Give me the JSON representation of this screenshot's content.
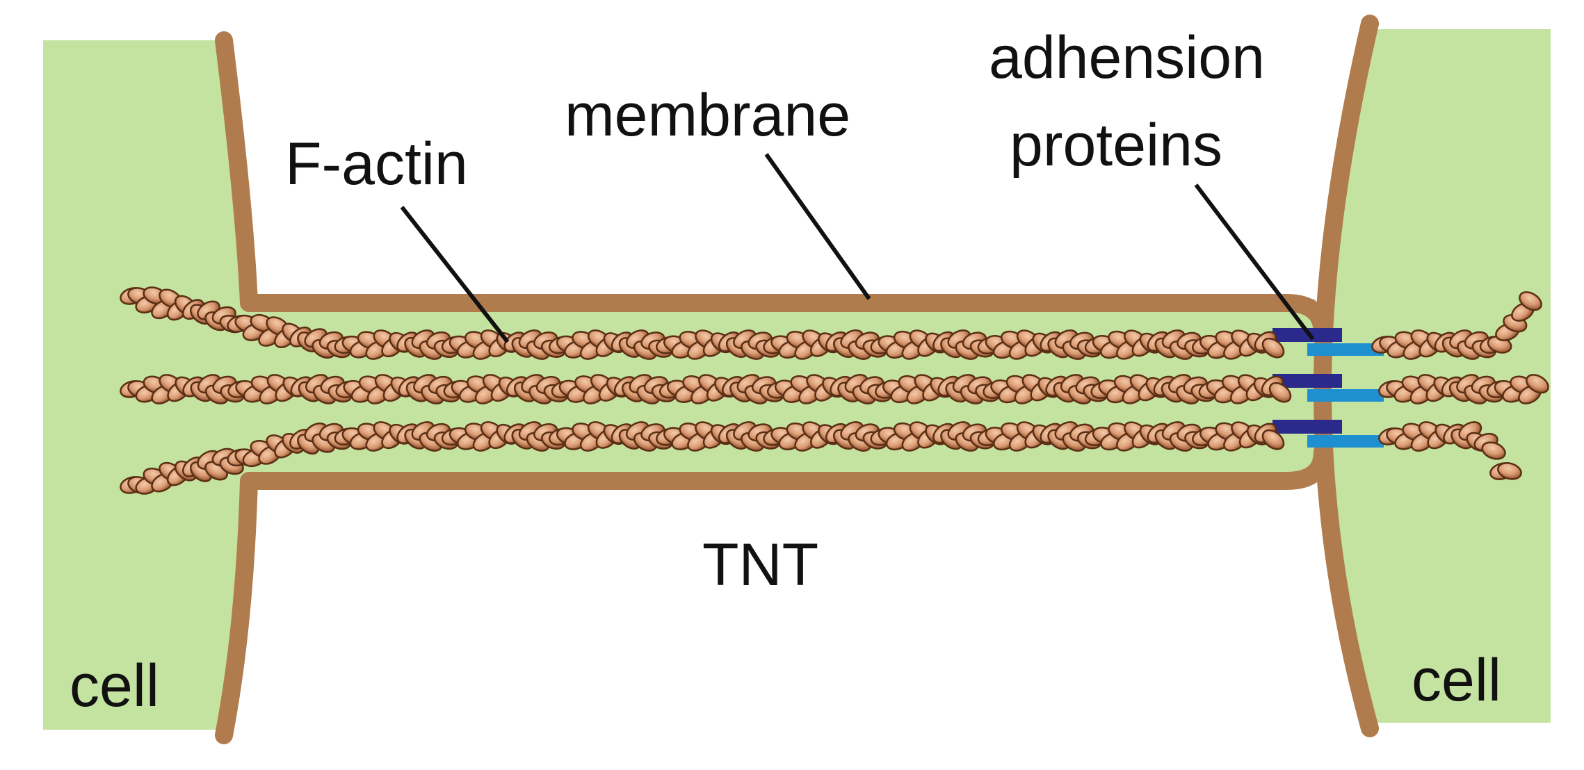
{
  "labels": {
    "f_actin": "F-actin",
    "membrane": "membrane",
    "adhesion_line1": "adhension",
    "adhesion_line2": "proteins",
    "tnt": "TNT",
    "cell_left": "cell",
    "cell_right": "cell"
  },
  "colors": {
    "cell_fill": "#c5e3a0",
    "membrane": "#b07c4e",
    "actin_bead": "#d99a72",
    "actin_bead_edge": "#5a2e14",
    "adhesion_dark": "#2a2a8c",
    "adhesion_light": "#1e90d0",
    "leader_line": "#111111"
  },
  "actin_filaments": 3
}
